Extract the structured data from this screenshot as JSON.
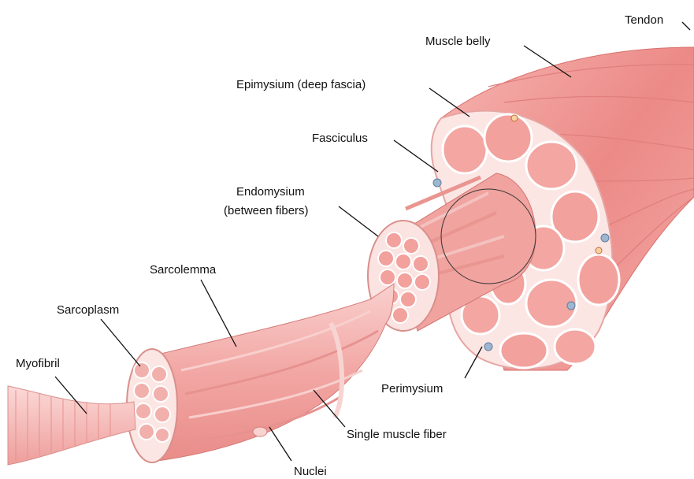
{
  "diagram": {
    "labels": {
      "tendon": "Tendon",
      "muscle_belly": "Muscle belly",
      "epimysium": "Epimysium (deep fascia)",
      "fasciculus": "Fasciculus",
      "endomysium_line1": "Endomysium",
      "endomysium_line2": "(between fibers)",
      "sarcolemma": "Sarcolemma",
      "sarcoplasm": "Sarcoplasm",
      "myofibril": "Myofibril",
      "perimysium": "Perimysium",
      "single_muscle_fiber": "Single muscle fiber",
      "nuclei": "Nuclei"
    },
    "colors": {
      "muscle_light": "#f7c6c4",
      "muscle_mid": "#ee8f8d",
      "muscle_dark": "#d9605e",
      "fascia": "#fbe6e4",
      "fiber_cell": "#f2a19d",
      "capillary_blue": "#9fb6cf",
      "label_text": "#111111"
    }
  }
}
